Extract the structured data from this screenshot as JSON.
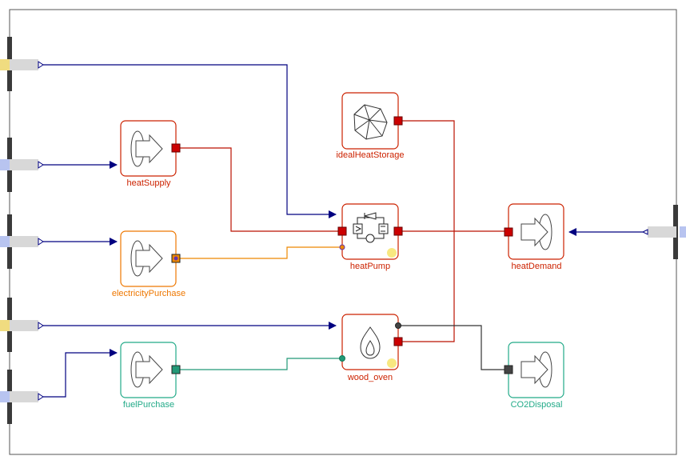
{
  "diagram": {
    "components": [
      {
        "id": "heatSupply",
        "label": "heatSupply",
        "icon": "arrow-out-icon",
        "color": "#cc2200"
      },
      {
        "id": "electricityPurchase",
        "label": "electricityPurchase",
        "icon": "arrow-out-icon",
        "color": "#ee7700"
      },
      {
        "id": "fuelPurchase",
        "label": "fuelPurchase",
        "icon": "arrow-out-icon",
        "color": "#22aa88"
      },
      {
        "id": "idealHeatStorage",
        "label": "idealHeatStorage",
        "icon": "polyhedron-icon",
        "color": "#cc2200"
      },
      {
        "id": "heatPump",
        "label": "heatPump",
        "icon": "heat-pump-icon",
        "color": "#cc2200"
      },
      {
        "id": "wood_oven",
        "label": "wood_oven",
        "icon": "flame-icon",
        "color": "#cc2200"
      },
      {
        "id": "heatDemand",
        "label": "heatDemand",
        "icon": "arrow-in-icon",
        "color": "#cc2200"
      },
      {
        "id": "CO2Disposal",
        "label": "CO2Disposal",
        "icon": "arrow-in-icon",
        "color": "#22aa88"
      }
    ],
    "colors": {
      "heat": "#bb1100",
      "electricity": "#ee8800",
      "fuel": "#229977",
      "co2": "#333333",
      "signal": "#000080",
      "border": "#666666"
    }
  }
}
